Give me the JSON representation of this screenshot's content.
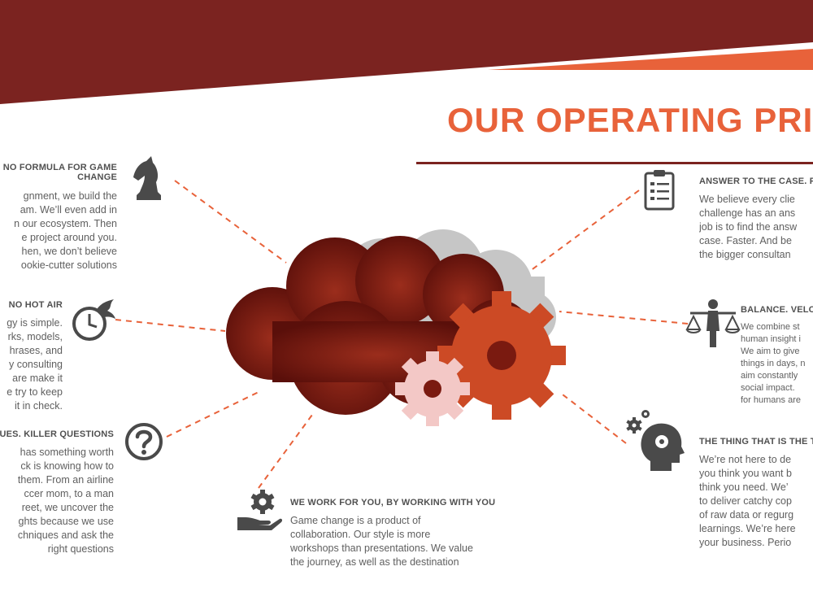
{
  "slide": {
    "title": "OUR OPERATING PRIN",
    "colors": {
      "banner_dark": "#7b2320",
      "accent_orange": "#e8623a",
      "cloud": "#7a1a10",
      "gear_orange": "#cc4a25",
      "gear_pink": "#f3c8c6",
      "text_gray": "#5f5f5f",
      "icon_gray": "#4a4a4a"
    }
  },
  "principles": {
    "formula": {
      "heading_1": "NO FORMULA FOR GAME",
      "heading_2": "CHANGE",
      "lines": [
        "gnment, we build the",
        "am. We’ll even add in",
        "n our ecosystem. Then",
        "e project around you.",
        "hen, we don’t believe",
        "ookie-cutter solutions"
      ],
      "icon": "chess-knight-icon"
    },
    "hot_air": {
      "heading": "NO HOT AIR",
      "lines": [
        "gy is simple.",
        "rks, models,",
        "hrases, and",
        "y consulting",
        "are make it",
        "e try to keep",
        "it in check."
      ],
      "icon": "flaming-clock-icon"
    },
    "questions": {
      "heading": "UES.  KILLER QUESTIONS",
      "lines": [
        "has something worth",
        "ck is knowing how to",
        "them. From an airline",
        "ccer mom, to a man",
        "reet, we uncover the",
        "ghts because we use",
        "chniques and ask the",
        "right questions"
      ],
      "icon": "question-mark-icon"
    },
    "work_for_you": {
      "heading": "WE WORK FOR YOU, BY WORKING WITH YOU",
      "lines": [
        "Game change is a product of",
        "collaboration. Our style is more",
        "workshops than presentations. We value",
        "the journey, as well as the destination"
      ],
      "icon": "hand-gear-icon"
    },
    "answer": {
      "heading": "ANSWER TO THE CASE. F",
      "lines": [
        "We believe every clie",
        "challenge has an ans",
        "job is to find the answ",
        "case.  Faster. And be",
        "the bigger consultan"
      ],
      "icon": "clipboard-checklist-icon"
    },
    "balance": {
      "heading": "BALANCE. VELO",
      "lines": [
        "We combine st",
        "human insight i",
        "We aim to give",
        "things in days, n",
        "aim constantly",
        "social impact.",
        "for humans are"
      ],
      "icon": "person-scales-icon"
    },
    "thing": {
      "heading": "THE THING THAT IS THE TH",
      "lines": [
        "We’re not here to de",
        "you think you want b",
        "think you need.  We’",
        "to deliver catchy cop",
        "of raw data or regurg",
        "learnings. We’re here",
        "your business.  Perio"
      ],
      "icon": "head-gears-icon"
    }
  }
}
